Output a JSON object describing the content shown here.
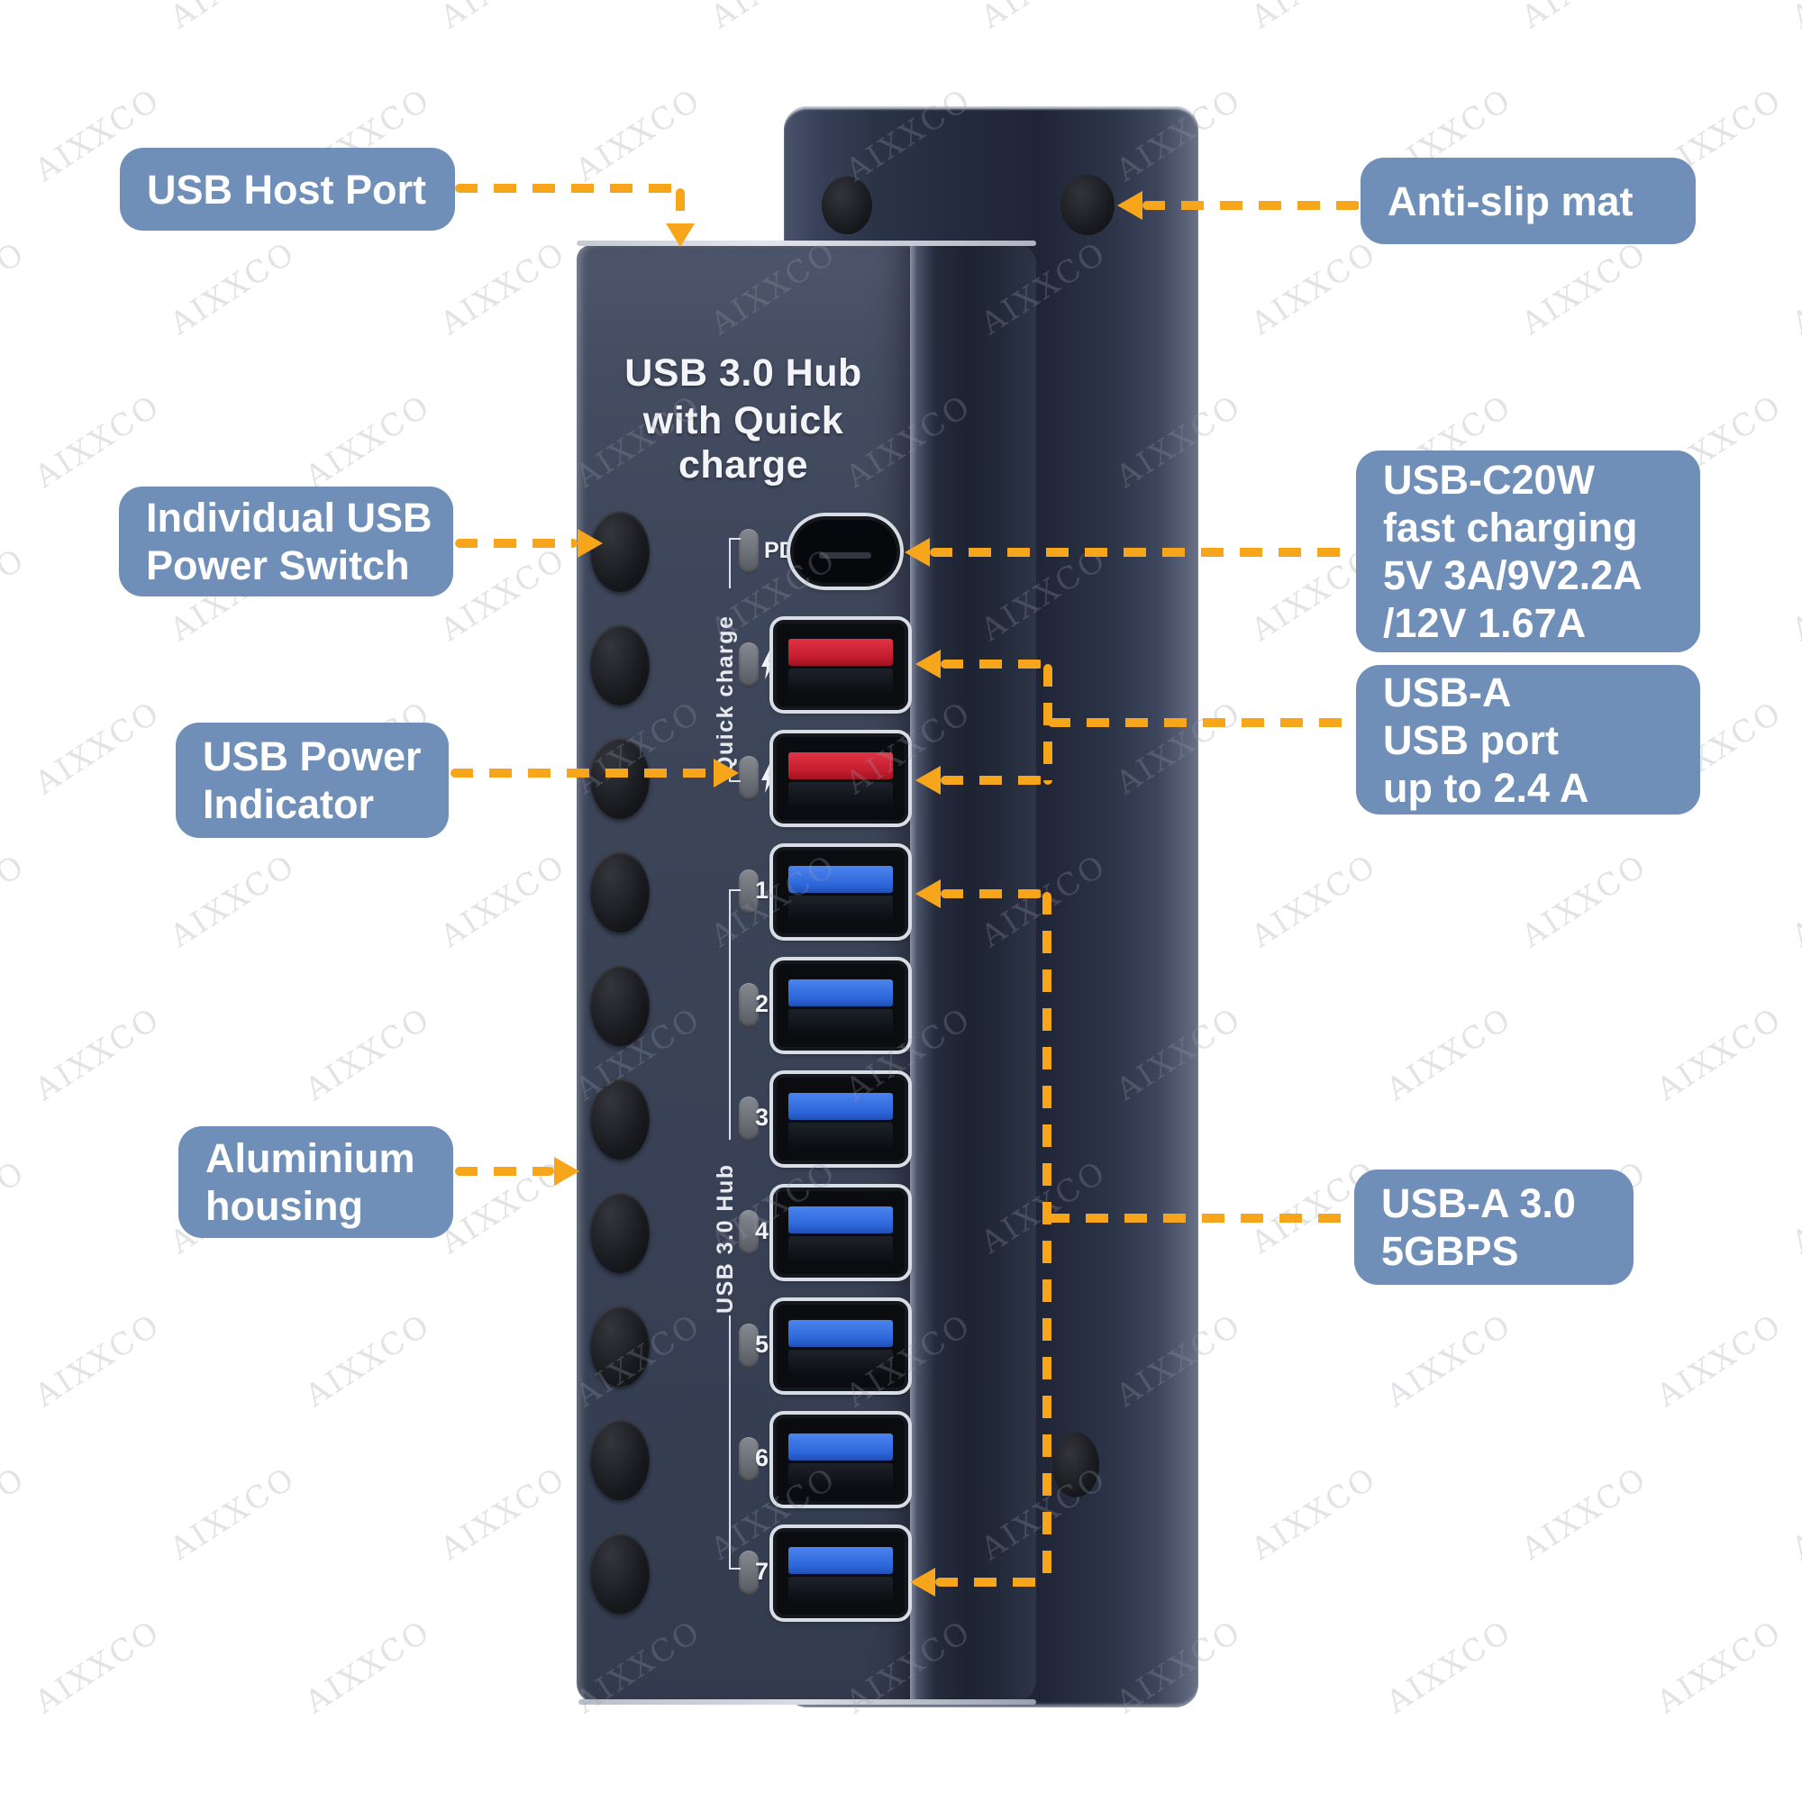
{
  "product": {
    "printed_title_line1": "USB 3.0 Hub",
    "printed_title_line2": "with Quick charge",
    "group_label_quick_charge": "Quick charge",
    "group_label_usb3_hub": "USB 3.0 Hub",
    "port_pd_label": "PD",
    "numbered_ports": [
      "1",
      "2",
      "3",
      "4",
      "5",
      "6",
      "7"
    ],
    "quick_charge_port_count": 2,
    "power_switch_count": 10,
    "anti_slip_mat_count": 3
  },
  "callouts": {
    "usb_host_port": {
      "text": "USB Host Port"
    },
    "individual_switch": {
      "line1": "Individual USB",
      "line2": "Power Switch"
    },
    "power_indicator": {
      "line1": "USB Power",
      "line2": "Indicator"
    },
    "aluminium_housing": {
      "line1": "Aluminium",
      "line2": "housing"
    },
    "anti_slip_mat": {
      "text": "Anti-slip mat"
    },
    "usb_c_fast_charging": {
      "line1": "USB-C20W",
      "line2": "fast charging",
      "line3": "5V 3A/9V2.2A",
      "line4": "/12V 1.67A"
    },
    "usb_a_charge_port": {
      "line1": "USB-A",
      "line2": "USB port",
      "line3": "up to 2.4 A"
    },
    "usb_a_30": {
      "line1": "USB-A 3.0",
      "line2": "5GBPS"
    }
  },
  "watermark": {
    "text": "AIXXCO"
  },
  "colors": {
    "callout_blue": "#6F8FB8",
    "arrow_orange": "#F7A51B",
    "quick_charge_port_red": "#C21C2D",
    "usb3_port_blue": "#2D66D9",
    "housing_dark_blue": "#3B4357",
    "background": "#FFFFFF"
  }
}
